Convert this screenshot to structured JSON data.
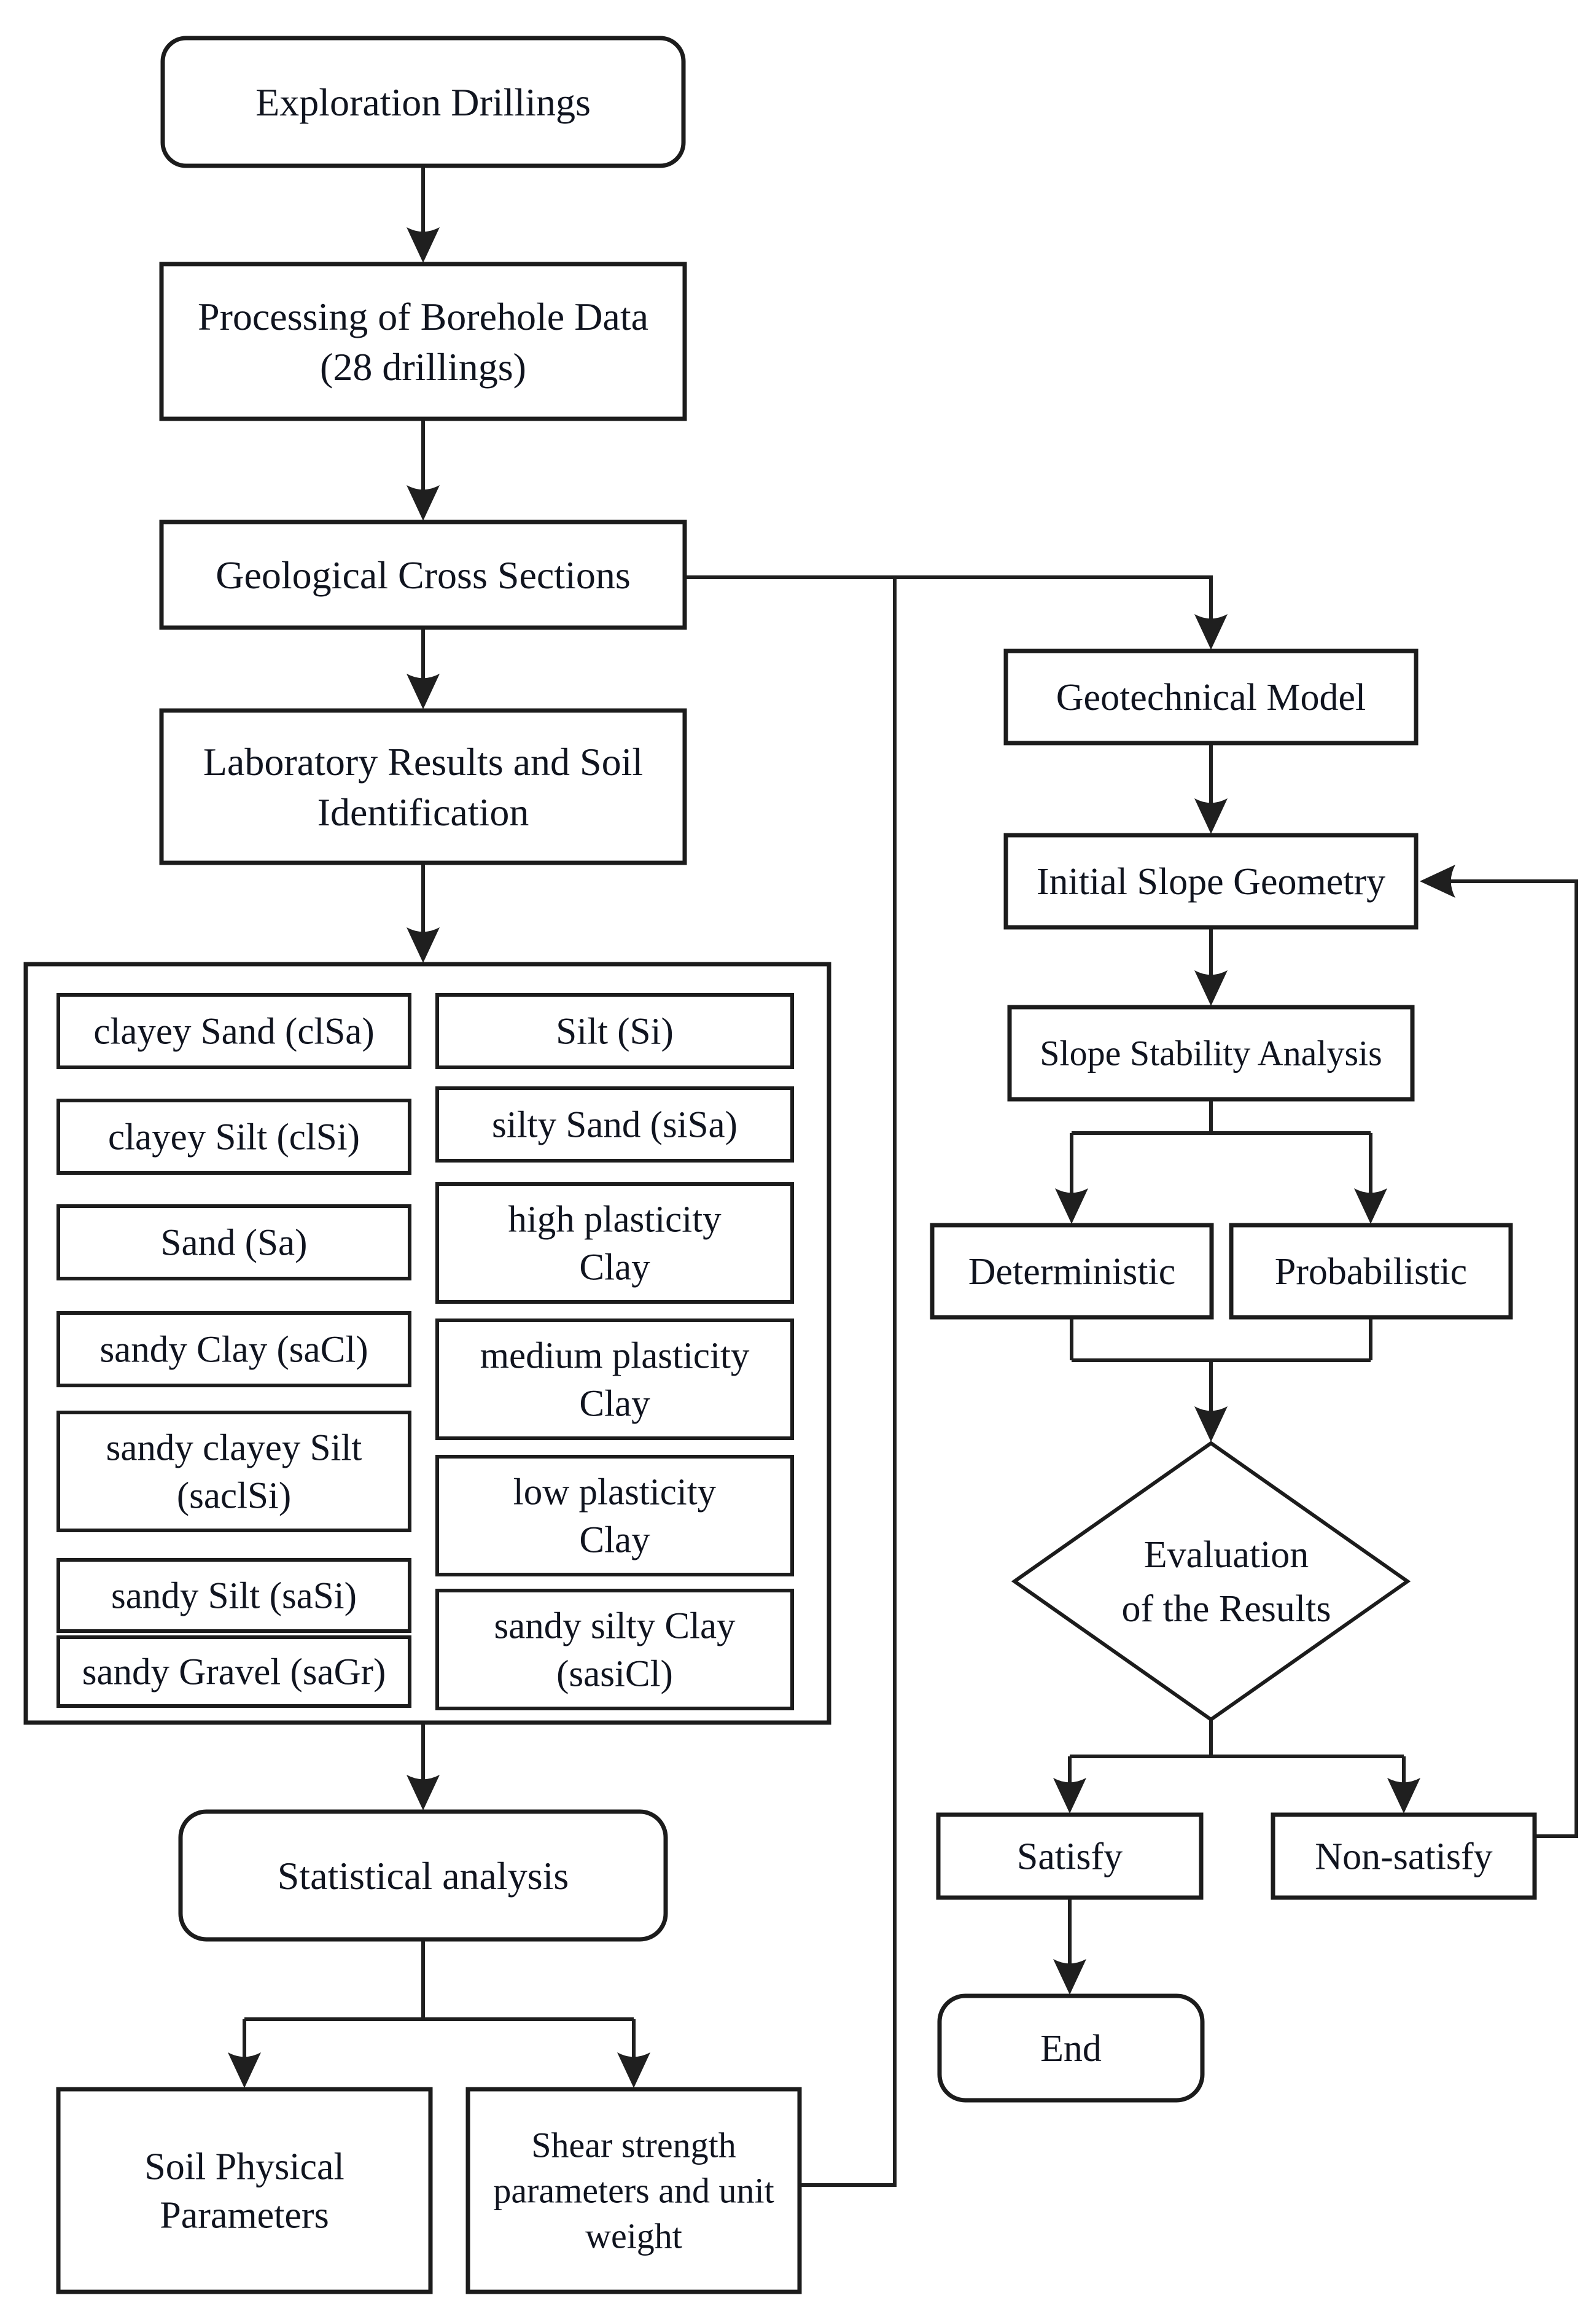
{
  "page": {
    "background": "#ffffff",
    "ink_color": "#1c1c1c",
    "text_color": "#10141f",
    "title": "Slope stability analysis workflow flowchart"
  },
  "diagram": {
    "nodes": [
      {
        "id": "exploration-drillings",
        "shape": "rounded",
        "lines": [
          "Exploration Drillings"
        ]
      },
      {
        "id": "processing-borehole-data",
        "shape": "rect",
        "lines": [
          "Processing of Borehole Data",
          "(28 drillings)"
        ]
      },
      {
        "id": "geological-cross-sections",
        "shape": "rect",
        "lines": [
          "Geological Cross Sections"
        ]
      },
      {
        "id": "laboratory-results",
        "shape": "rect",
        "lines": [
          "Laboratory Results and Soil",
          "Identification"
        ]
      },
      {
        "id": "soil-types-container",
        "shape": "rect",
        "lines": []
      },
      {
        "id": "clayey-sand",
        "shape": "rect",
        "lines": [
          "clayey Sand (clSa)"
        ]
      },
      {
        "id": "clayey-silt",
        "shape": "rect",
        "lines": [
          "clayey Silt (clSi)"
        ]
      },
      {
        "id": "sand",
        "shape": "rect",
        "lines": [
          "Sand (Sa)"
        ]
      },
      {
        "id": "sandy-clay",
        "shape": "rect",
        "lines": [
          "sandy Clay (saCl)"
        ]
      },
      {
        "id": "sandy-clayey-silt",
        "shape": "rect",
        "lines": [
          "sandy clayey Silt",
          "(saclSi)"
        ]
      },
      {
        "id": "sandy-silt",
        "shape": "rect",
        "lines": [
          "sandy Silt (saSi)"
        ]
      },
      {
        "id": "sandy-gravel",
        "shape": "rect",
        "lines": [
          "sandy Gravel (saGr)"
        ]
      },
      {
        "id": "silt",
        "shape": "rect",
        "lines": [
          "Silt (Si)"
        ]
      },
      {
        "id": "silty-sand",
        "shape": "rect",
        "lines": [
          "silty Sand (siSa)"
        ]
      },
      {
        "id": "high-plasticity-clay",
        "shape": "rect",
        "lines": [
          "high plasticity",
          "Clay"
        ]
      },
      {
        "id": "medium-plasticity-clay",
        "shape": "rect",
        "lines": [
          "medium plasticity",
          "Clay"
        ]
      },
      {
        "id": "low-plasticity-clay",
        "shape": "rect",
        "lines": [
          "low plasticity",
          "Clay"
        ]
      },
      {
        "id": "sandy-silty-clay",
        "shape": "rect",
        "lines": [
          "sandy silty Clay",
          "(sasiCl)"
        ]
      },
      {
        "id": "statistical-analysis",
        "shape": "rounded",
        "lines": [
          "Statistical analysis"
        ]
      },
      {
        "id": "soil-physical-parameters",
        "shape": "rect",
        "lines": [
          "Soil Physical",
          "Parameters"
        ]
      },
      {
        "id": "shear-strength-parameters",
        "shape": "rect",
        "lines": [
          "Shear strength",
          "parameters and unit",
          "weight"
        ]
      },
      {
        "id": "geotechnical-model",
        "shape": "rect",
        "lines": [
          "Geotechnical Model"
        ]
      },
      {
        "id": "initial-slope-geometry",
        "shape": "rect",
        "lines": [
          "Initial Slope Geometry"
        ]
      },
      {
        "id": "slope-stability-analysis",
        "shape": "rect",
        "lines": [
          "Slope Stability Analysis"
        ]
      },
      {
        "id": "deterministic",
        "shape": "rect",
        "lines": [
          "Deterministic"
        ]
      },
      {
        "id": "probabilistic",
        "shape": "rect",
        "lines": [
          "Probabilistic"
        ]
      },
      {
        "id": "evaluation-of-results",
        "shape": "diamond",
        "lines": [
          "Evaluation",
          "of the Results"
        ]
      },
      {
        "id": "satisfy",
        "shape": "rect",
        "lines": [
          "Satisfy"
        ]
      },
      {
        "id": "non-satisfy",
        "shape": "rect",
        "lines": [
          "Non-satisfy"
        ]
      },
      {
        "id": "end",
        "shape": "rounded",
        "lines": [
          "End"
        ]
      }
    ]
  }
}
